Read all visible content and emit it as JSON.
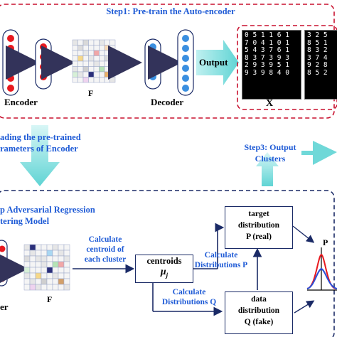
{
  "step1": {
    "title": "Step1: Pre-train the Auto-encoder",
    "encoder_label": "Encoder",
    "feature_label": "F",
    "decoder_label": "Decoder",
    "output_label": "Output",
    "reconstruction_label": "X̃"
  },
  "transfer": {
    "line1": "ading the pre-trained",
    "line2": "rameters of Encoder"
  },
  "step3": {
    "line1": "Step3: Output",
    "line2": "Clusters"
  },
  "step2": {
    "line1": "p Adversarial Regression",
    "line2": "tering Model",
    "feature_label": "F",
    "encoder_label": "er",
    "calc_centroid": [
      "Calculate",
      "centroid of",
      "each cluster"
    ],
    "centroids_label": "centroids",
    "centroid_symbol": "μ",
    "centroid_subscript": "j",
    "calc_p": [
      "Calculate",
      "Distributions P"
    ],
    "calc_q": [
      "Calculate",
      "Distributions Q"
    ],
    "target_box": [
      "target",
      "distribution",
      "P (real)"
    ],
    "data_box": [
      "data",
      "distribution",
      "Q (fake)"
    ],
    "plot_label": "P"
  },
  "mnist": {
    "panel1": [
      "0 5 1 1 6 1",
      "7 0 4 1 0 1",
      "5 4 3 7 6 1",
      "8 3 7 3 9 3",
      "2 9 3 9 5 1",
      "9 3 9 8 4 0"
    ],
    "panel2": [
      "3 2 5",
      "8 5 1",
      "8 3 2",
      "3 7 4",
      "9 2 8",
      "8 5 2"
    ]
  },
  "colors": {
    "dashed_border": "#c8102e",
    "arrow_cyan": "#62d6d6",
    "arrow_dark": "#33335a",
    "text_blue": "#1f5bd6",
    "encoder_node": "#e8191f",
    "decoder_node": "#3a8fe0",
    "q_curve_red": "#e8191f",
    "q_curve_blue": "#2a4fd8"
  }
}
